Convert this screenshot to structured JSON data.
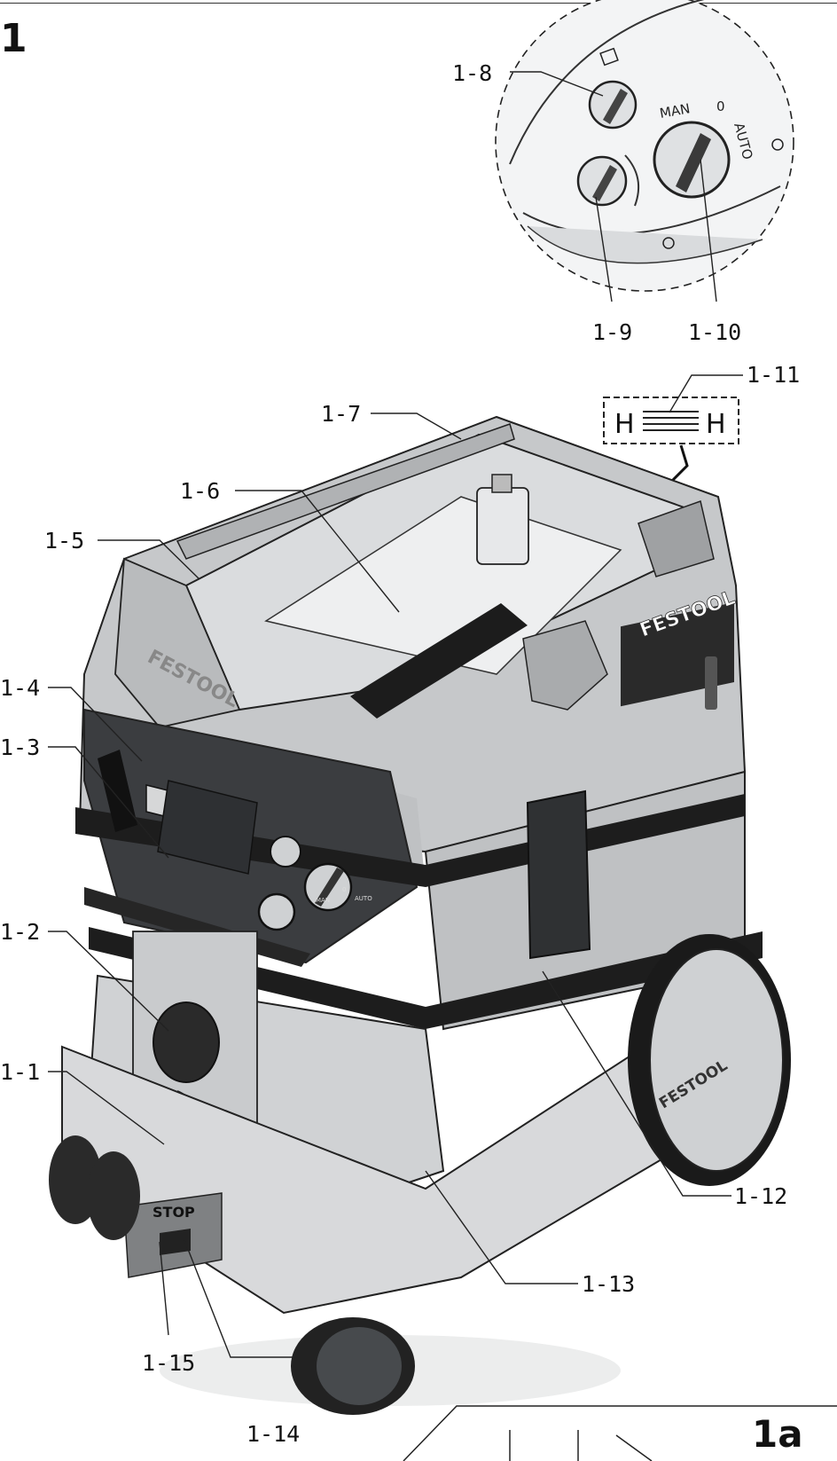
{
  "figure_labels": {
    "main": "1",
    "inset": "1a"
  },
  "callouts": [
    {
      "id": "1-1",
      "label": "1-1"
    },
    {
      "id": "1-2",
      "label": "1-2"
    },
    {
      "id": "1-3",
      "label": "1-3"
    },
    {
      "id": "1-4",
      "label": "1-4"
    },
    {
      "id": "1-5",
      "label": "1-5"
    },
    {
      "id": "1-6",
      "label": "1-6"
    },
    {
      "id": "1-7",
      "label": "1-7"
    },
    {
      "id": "1-8",
      "label": "1-8"
    },
    {
      "id": "1-9",
      "label": "1-9"
    },
    {
      "id": "1-10",
      "label": "1-10"
    },
    {
      "id": "1-11",
      "label": "1-11"
    },
    {
      "id": "1-12",
      "label": "1-12"
    },
    {
      "id": "1-13",
      "label": "1-13"
    },
    {
      "id": "1-14",
      "label": "1-14"
    },
    {
      "id": "1-15",
      "label": "1-15"
    }
  ],
  "product_text": {
    "brand": "FESTOOL",
    "switch_positions": [
      "MAN",
      "0",
      "AUTO"
    ],
    "class_plate": "H",
    "stop_label": "STOP"
  },
  "colors": {
    "line": "#111111",
    "body_gray": "#c9cbcd",
    "panel_dark": "#3c3e41",
    "belt_black": "#1b1b1b"
  }
}
